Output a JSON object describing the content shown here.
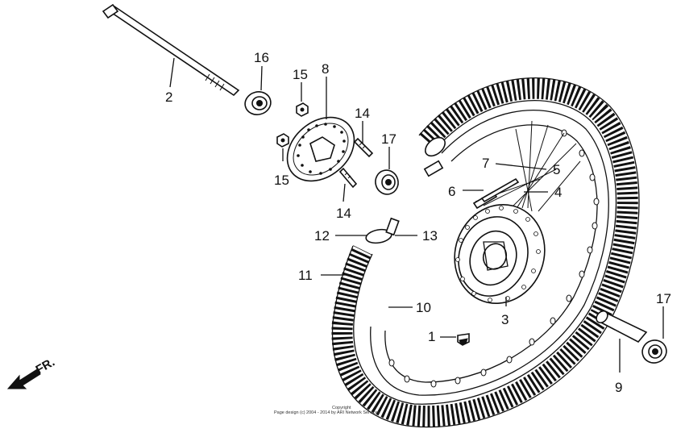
{
  "diagram": {
    "callouts": [
      {
        "id": "c1",
        "text": "1"
      },
      {
        "id": "c2",
        "text": "2"
      },
      {
        "id": "c3",
        "text": "3"
      },
      {
        "id": "c4",
        "text": "4"
      },
      {
        "id": "c5",
        "text": "5"
      },
      {
        "id": "c6",
        "text": "6"
      },
      {
        "id": "c7",
        "text": "7"
      },
      {
        "id": "c8",
        "text": "8"
      },
      {
        "id": "c9",
        "text": "9"
      },
      {
        "id": "c10",
        "text": "10"
      },
      {
        "id": "c11",
        "text": "11"
      },
      {
        "id": "c12",
        "text": "12"
      },
      {
        "id": "c13",
        "text": "13"
      },
      {
        "id": "c14a",
        "text": "14"
      },
      {
        "id": "c14b",
        "text": "14"
      },
      {
        "id": "c15a",
        "text": "15"
      },
      {
        "id": "c15b",
        "text": "15"
      },
      {
        "id": "c16",
        "text": "16"
      },
      {
        "id": "c17a",
        "text": "17"
      },
      {
        "id": "c17b",
        "text": "17"
      }
    ],
    "direction_label": "FR.",
    "copyright_line1": "Copyright",
    "copyright_line2": "Page design (c) 2004 - 2014 by ARI Network Services"
  }
}
